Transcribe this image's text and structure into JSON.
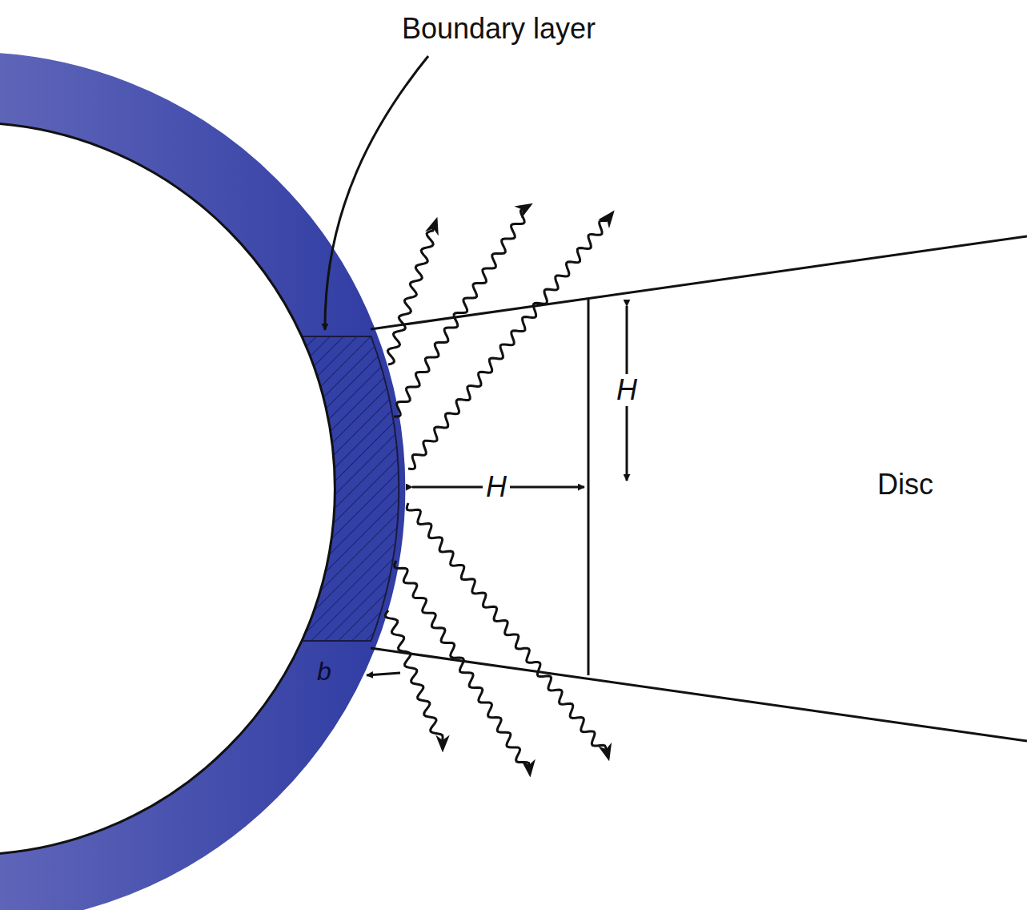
{
  "diagram": {
    "labels": [
      "Boundary layer",
      "H",
      "H",
      "Disc",
      "b"
    ]
  }
}
